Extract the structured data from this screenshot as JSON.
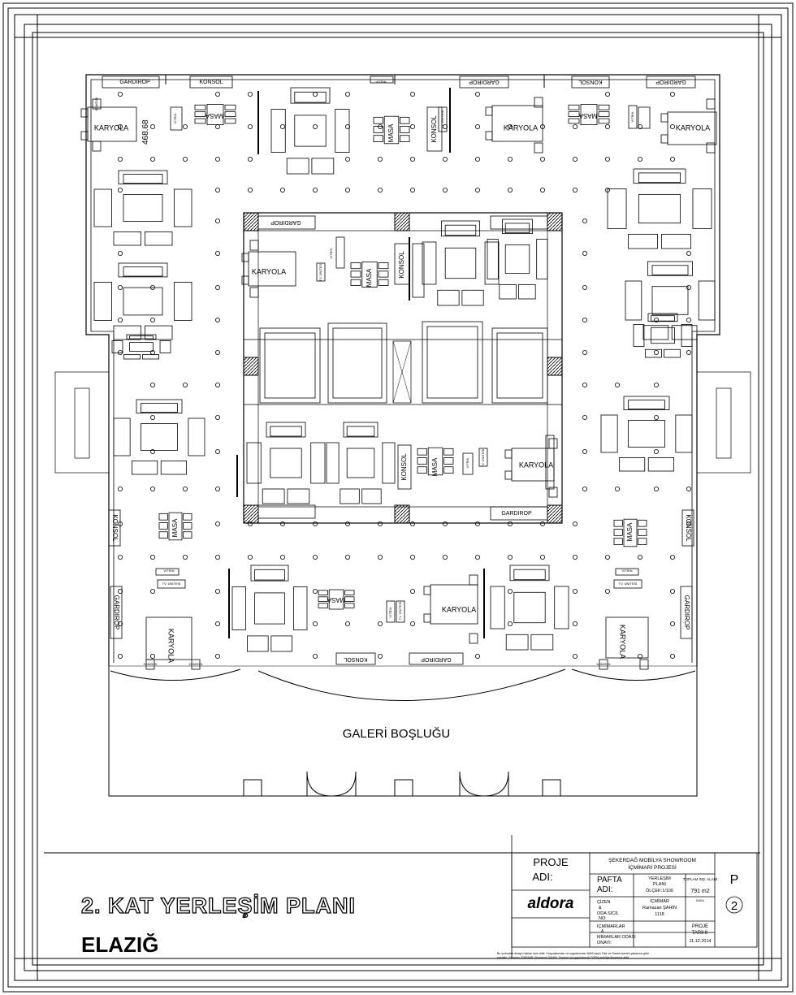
{
  "labels": {
    "gardirop": "GARDIROP",
    "konsol": "KONSOL",
    "karyola": "KARYOLA",
    "masa": "MASA",
    "vitrin": "VITRIN",
    "tv_unit": "TV. ÜNİTESİ",
    "komodin": "KOMODİN",
    "dimension": "468.68"
  },
  "galeri": "GALERİ BOŞLUĞU",
  "sheet_title": "2. KAT YERLEŞİM PLANI",
  "city": "ELAZIĞ",
  "title_block": {
    "proje_label": "PROJE",
    "adi_label": "ADI:",
    "project_name_1": "ŞEKERDAĞ MOBİLYA SHOWROOM",
    "project_name_2": "İÇMİMARİ PROJESİ",
    "pafta_label": "PAFTA",
    "pafta_adi_label": "ADI:",
    "plan_type_1": "YERLEŞİM",
    "plan_type_2": "PLANI",
    "scale": "ÖLÇEK:1/100",
    "area_label": "TOPLAM İNŞ. ALANI",
    "area_value": "791 m2",
    "cizen_1": "ÇİZEN",
    "cizen_2": "&",
    "cizen_3": "ODA SİCİL",
    "cizen_4": "NO:",
    "architect_1": "İÇMİMAR",
    "architect_2": "Ramazan ŞAHİN",
    "architect_3": "1118",
    "signature_label": "İMZA",
    "approval_1": "İÇMİMARLAR",
    "approval_2": "&",
    "approval_3": "MİMARLAR ODASI",
    "approval_4": "ONAYI:",
    "date_label_1": "PROJE",
    "date_label_2": "TARİHİ:",
    "date_value": "11.12.2014",
    "p_label": "P",
    "p_number": "2",
    "logo": "aldora",
    "footnote_1": "Bu çizimdeki dizayn hakları bize aittir. Kopyalanması ve uygulanması 5846 sayılı Fikir ve Sanat eserleri yasasına göre",
    "footnote_2": "yasaktır. Sorumlu İÇMİMAR: Ramazan ŞAHİN. Tasarım ve uygulama ALDORA mobilya firmasına aittir."
  }
}
